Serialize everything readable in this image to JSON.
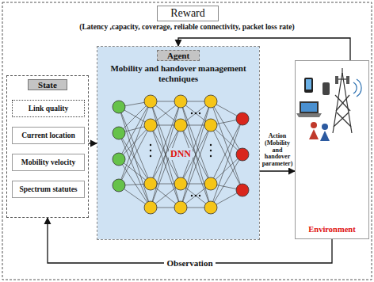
{
  "diagram": {
    "nodes": [
      {
        "text": [
          "Reward"
        ]
      },
      {
        "text": [
          "State"
        ]
      },
      {
        "text": [
          "Link quality"
        ],
        "in": 1
      },
      {
        "text": [
          "Current location"
        ],
        "in": 1
      },
      {
        "text": [
          "Mobility velocity"
        ],
        "in": 1
      },
      {
        "text": [
          "Spectrum statutes"
        ],
        "in": 1
      },
      {
        "text": [
          "Agent",
          "Mobility and handover management techniques",
          "DNN"
        ]
      },
      {
        "text": [
          "Environment"
        ]
      }
    ],
    "edges": [
      {
        "from": 1,
        "to": 6,
        "arrow": "to"
      },
      {
        "from": 6,
        "to": 7,
        "label": "Action (Mobility and handover parameter)",
        "arrow": "to"
      },
      {
        "from": 7,
        "to": 1,
        "label": "Observation",
        "arrow": "to"
      },
      {
        "from": 7,
        "to": 6,
        "arrow": "to"
      }
    ],
    "labels": [
      "(Latency ,capacity, coverage, reliable connectivity, packet loss rate)"
    ]
  }
}
